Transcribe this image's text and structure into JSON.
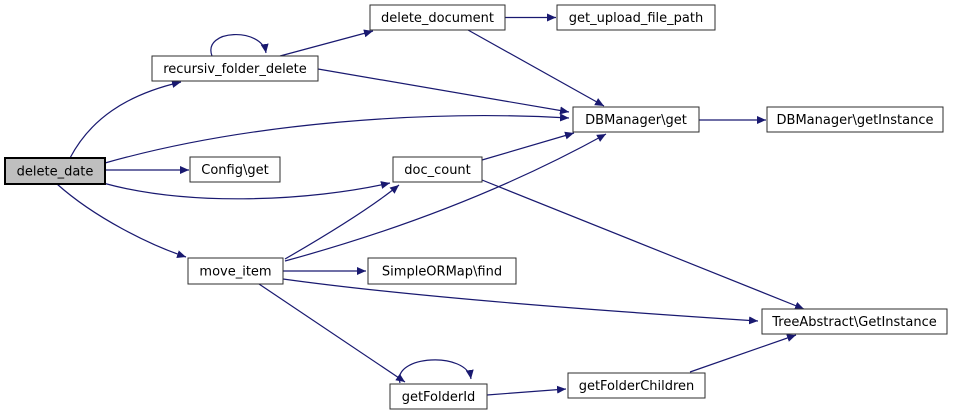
{
  "diagram": {
    "type": "doxygen-call-graph",
    "colors": {
      "edge": "#191970",
      "node_border": "#2e2e2e",
      "node_fill": "#ffffff",
      "highlight_fill": "#bfbfbf",
      "highlight_border": "#000000",
      "text": "#000000",
      "background": "#ffffff"
    },
    "nodes": {
      "delete_date": {
        "label": "delete_date",
        "highlighted": true
      },
      "recursiv_folder_delete": {
        "label": "recursiv_folder_delete",
        "self_call": true
      },
      "delete_document": {
        "label": "delete_document"
      },
      "get_upload_file_path": {
        "label": "get_upload_file_path"
      },
      "dbmanager_get": {
        "label": "DBManager\\get"
      },
      "dbmanager_getinstance": {
        "label": "DBManager\\getInstance"
      },
      "config_get": {
        "label": "Config\\get"
      },
      "doc_count": {
        "label": "doc_count"
      },
      "move_item": {
        "label": "move_item"
      },
      "simpleormap_find": {
        "label": "SimpleORMap\\find"
      },
      "treeabstract_getinstance": {
        "label": "TreeAbstract\\GetInstance"
      },
      "getfolderid": {
        "label": "getFolderId",
        "self_call": true
      },
      "getfolderchildren": {
        "label": "getFolderChildren"
      }
    },
    "edges": [
      {
        "from": "delete_date",
        "to": "recursiv_folder_delete"
      },
      {
        "from": "delete_date",
        "to": "config_get"
      },
      {
        "from": "delete_date",
        "to": "dbmanager_get"
      },
      {
        "from": "delete_date",
        "to": "doc_count"
      },
      {
        "from": "delete_date",
        "to": "move_item"
      },
      {
        "from": "recursiv_folder_delete",
        "to": "recursiv_folder_delete"
      },
      {
        "from": "recursiv_folder_delete",
        "to": "delete_document"
      },
      {
        "from": "recursiv_folder_delete",
        "to": "dbmanager_get"
      },
      {
        "from": "delete_document",
        "to": "get_upload_file_path"
      },
      {
        "from": "delete_document",
        "to": "dbmanager_get"
      },
      {
        "from": "dbmanager_get",
        "to": "dbmanager_getinstance"
      },
      {
        "from": "doc_count",
        "to": "dbmanager_get"
      },
      {
        "from": "doc_count",
        "to": "treeabstract_getinstance"
      },
      {
        "from": "move_item",
        "to": "doc_count"
      },
      {
        "from": "move_item",
        "to": "dbmanager_get"
      },
      {
        "from": "move_item",
        "to": "simpleormap_find"
      },
      {
        "from": "move_item",
        "to": "treeabstract_getinstance"
      },
      {
        "from": "move_item",
        "to": "getfolderid"
      },
      {
        "from": "getfolderid",
        "to": "getfolderid"
      },
      {
        "from": "getfolderid",
        "to": "getfolderchildren"
      },
      {
        "from": "getfolderchildren",
        "to": "treeabstract_getinstance"
      }
    ]
  }
}
